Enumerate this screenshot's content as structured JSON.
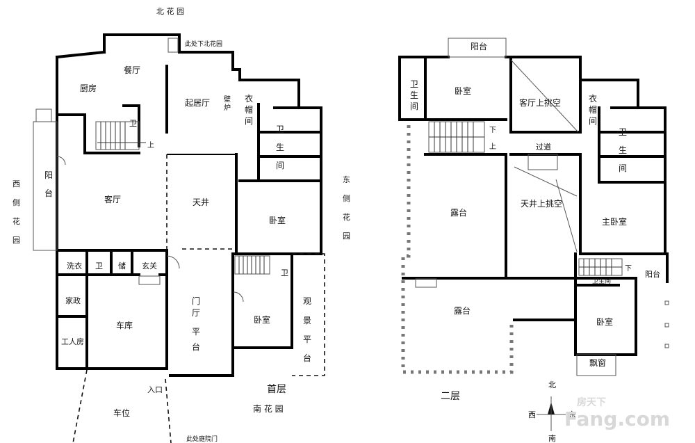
{
  "outside": {
    "north_garden": "北 花 园",
    "north_garden_below": "此处下北花园",
    "west_garden": [
      "西",
      "侧",
      "花",
      "园"
    ],
    "east_garden": [
      "东",
      "侧",
      "花",
      "园"
    ],
    "south_garden": "南 花 园",
    "entrance": "入口",
    "parking": "车位",
    "courtyard_gate": "此处庭院门"
  },
  "ground_floor": {
    "title": "首层",
    "rooms": {
      "dining": "餐厅",
      "kitchen": "厨房",
      "living_room": "起居厅",
      "fireplace": [
        "壁",
        "炉"
      ],
      "cloakroom": [
        "衣",
        "帽",
        "间"
      ],
      "bathroom_v": [
        "卫",
        "生",
        "间"
      ],
      "wc": "卫",
      "balcony": [
        "阳",
        "台"
      ],
      "hall": "客厅",
      "patio": "天井",
      "bedroom": "卧室",
      "laundry": "洗衣",
      "wc2": "卫",
      "storage": "储",
      "foyer": "玄关",
      "housekeeping": "家政",
      "garage": "车库",
      "servant_room": "工人房",
      "entry_hall": [
        "门",
        "厅"
      ],
      "terrace": [
        "平",
        "台"
      ],
      "bedroom2": "卧室",
      "wc3": "卫",
      "viewing_deck": [
        "观",
        "景",
        "平",
        "台"
      ],
      "up": "上"
    }
  },
  "second_floor": {
    "title": "二层",
    "rooms": {
      "balcony_top": "阳台",
      "bathroom_left": [
        "卫",
        "生",
        "间"
      ],
      "bedroom_top": "卧室",
      "hall_void": "客厅上挑空",
      "cloakroom": [
        "衣",
        "帽",
        "间"
      ],
      "bathroom_right": [
        "卫",
        "生",
        "间"
      ],
      "corridor": "过道",
      "terrace_top": "露台",
      "patio_void": "天井上挑空",
      "master_bedroom": "主卧室",
      "wc": "卫生间",
      "balcony_right": "阳台",
      "terrace_bottom": "露台",
      "bedroom_bottom": "卧室",
      "bay_window": "飘窗",
      "down": "下",
      "up": "上",
      "down2": "下"
    }
  },
  "compass": {
    "north": "北",
    "west": "西",
    "south": "南",
    "east": "东"
  },
  "watermark": {
    "cn": "房天下",
    "en": "Fang.com"
  }
}
